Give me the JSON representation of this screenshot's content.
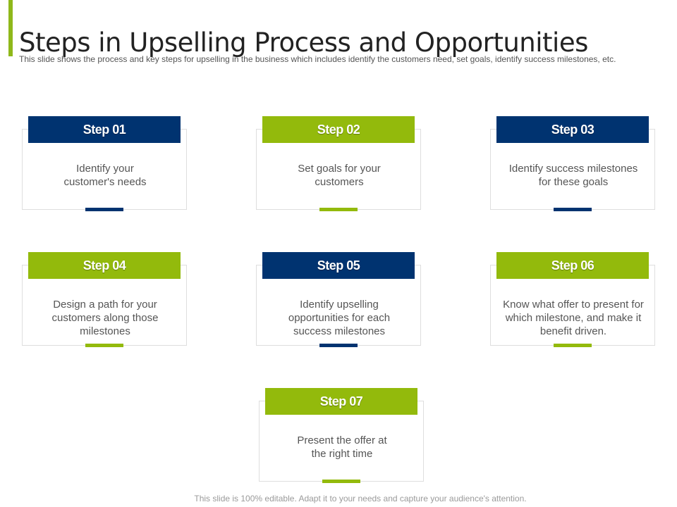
{
  "slide": {
    "title": "Steps in Upselling Process and Opportunities",
    "subtitle": "This slide shows the process and key steps for upselling in the business which includes identify the customers need, set goals, identify success milestones, etc.",
    "footer": "This slide is 100% editable. Adapt it to your needs and capture your audience's attention.",
    "colors": {
      "navy": "#003370",
      "green": "#93ba0c",
      "accent": "#8fb81a"
    }
  },
  "steps": [
    {
      "label": "Step 01",
      "text": "Identify your customer's needs",
      "color": "navy"
    },
    {
      "label": "Step 02",
      "text": "Set goals for your customers",
      "color": "green"
    },
    {
      "label": "Step 03",
      "text": "Identify success milestones for these goals",
      "color": "navy"
    },
    {
      "label": "Step 04",
      "text": "Design a path for your customers along those milestones",
      "color": "green"
    },
    {
      "label": "Step 05",
      "text": "Identify upselling opportunities for each success milestones",
      "color": "navy"
    },
    {
      "label": "Step 06",
      "text": "Know what offer to present for which milestone, and make it benefit driven.",
      "color": "green"
    },
    {
      "label": "Step 07",
      "text": "Present the offer at the right time",
      "color": "green"
    }
  ]
}
